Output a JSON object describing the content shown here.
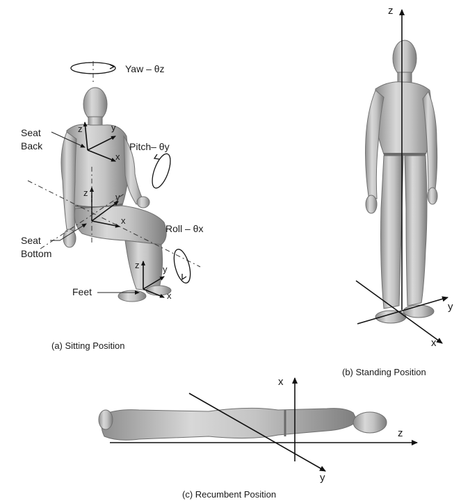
{
  "sitting": {
    "caption": "(a) Sitting Position",
    "yaw_label": "Yaw – θz",
    "pitch_label": "Pitch– θy",
    "roll_label": "Roll – θx",
    "seat_back_line1": "Seat",
    "seat_back_line2": "Back",
    "seat_bottom_line1": "Seat",
    "seat_bottom_line2": "Bottom",
    "feet_label": "Feet",
    "axis_x": "x",
    "axis_y": "y",
    "axis_z": "z"
  },
  "standing": {
    "caption": "(b) Standing Position",
    "axis_x": "x",
    "axis_y": "y",
    "axis_z": "z"
  },
  "recumbent": {
    "caption": "(c) Recumbent  Position",
    "axis_x": "x",
    "axis_y": "y",
    "axis_z": "z"
  }
}
